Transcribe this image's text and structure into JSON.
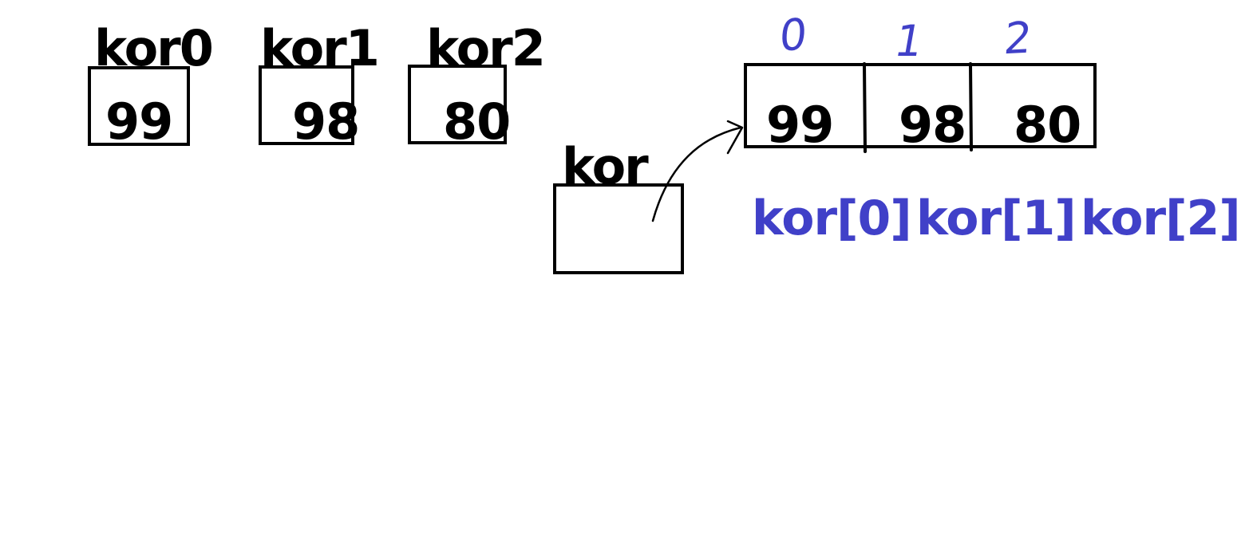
{
  "colors": {
    "ink": "#000000",
    "accent": "#4040c8",
    "background": "#ffffff"
  },
  "variables": [
    {
      "name": "kor0",
      "value": "99"
    },
    {
      "name": "kor1",
      "value": "98"
    },
    {
      "name": "kor2",
      "value": "80"
    }
  ],
  "reference": {
    "name": "kor",
    "value": ""
  },
  "array": {
    "indices": [
      "0",
      "1",
      "2"
    ],
    "values": [
      "99",
      "98",
      "80"
    ],
    "accessors": [
      "kor[0]",
      "kor[1]",
      "kor[2]"
    ]
  }
}
